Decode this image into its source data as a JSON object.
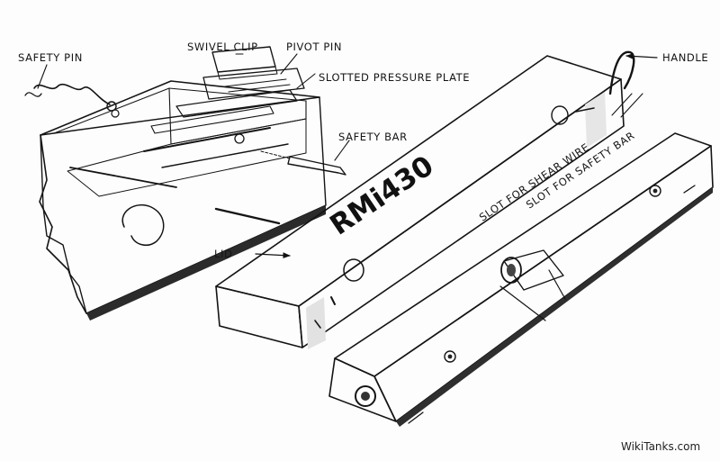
{
  "labels": {
    "safety_pin": "SAFETY PIN",
    "swivel_clip": "SWIVEL CLIP",
    "pivot_pin": "PIVOT PIN",
    "slotted_pressure_plate": "SLOTTED PRESSURE PLATE",
    "safety_bar": "SAFETY BAR",
    "handle": "HANDLE",
    "slot_for_shear_wire": "SLOT FOR SHEAR WIRE",
    "slot_for_safety_bar": "SLOT FOR SAFETY BAR",
    "lid": "LID"
  },
  "lid_marking": "RMi430",
  "watermark": "WikiTanks.com"
}
